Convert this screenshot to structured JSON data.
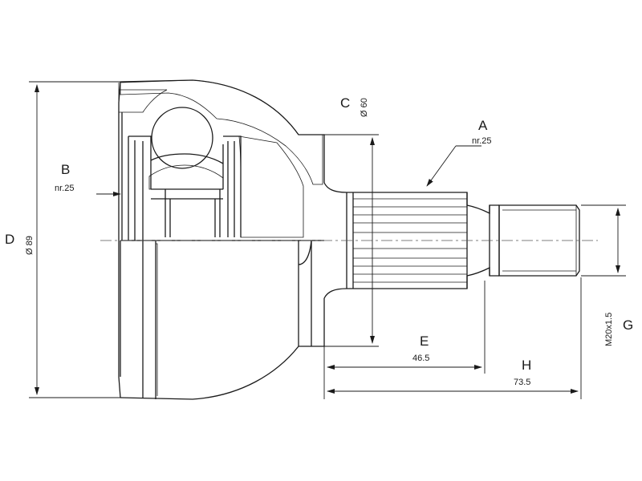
{
  "labels": {
    "A": "A",
    "A_sub": "nr.25",
    "B": "B",
    "B_sub": "nr.25",
    "C": "C",
    "C_sub": "Ø 60",
    "D": "D",
    "D_sub": "Ø 89",
    "E": "E",
    "E_val": "46.5",
    "H": "H",
    "H_val": "73.5",
    "G": "G",
    "G_sub": "M20x1.5"
  },
  "colors": {
    "line": "#1a1a1a",
    "hatch": "#1a1a1a",
    "bg": "#ffffff"
  }
}
